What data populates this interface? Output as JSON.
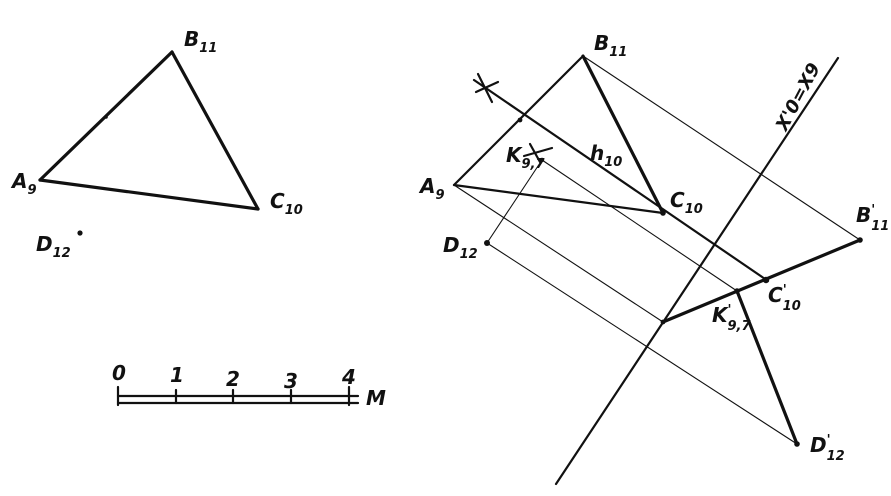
{
  "left": {
    "A": {
      "name": "A",
      "sub": "9"
    },
    "B": {
      "name": "B",
      "sub": "11"
    },
    "C": {
      "name": "C",
      "sub": "10"
    },
    "D": {
      "name": "D",
      "sub": "12"
    }
  },
  "right": {
    "A": {
      "name": "A",
      "sub": "9"
    },
    "B": {
      "name": "B",
      "sub": "11"
    },
    "C": {
      "name": "C",
      "sub": "10"
    },
    "D": {
      "name": "D",
      "sub": "12"
    },
    "K": {
      "name": "K",
      "sub": "9,7"
    },
    "h": {
      "name": "h",
      "sub": "10"
    },
    "B1": {
      "name": "B",
      "prime": "'",
      "sub": "11"
    },
    "C1": {
      "name": "C",
      "prime": "'",
      "sub": "10"
    },
    "K1": {
      "name": "K",
      "prime": "'",
      "sub": "9,7"
    },
    "D1": {
      "name": "D",
      "prime": "'",
      "sub": "12"
    },
    "axis": {
      "text": "X'0=X9"
    }
  },
  "scale": {
    "ticks": [
      "0",
      "1",
      "2",
      "3",
      "4"
    ],
    "unit": "M"
  }
}
